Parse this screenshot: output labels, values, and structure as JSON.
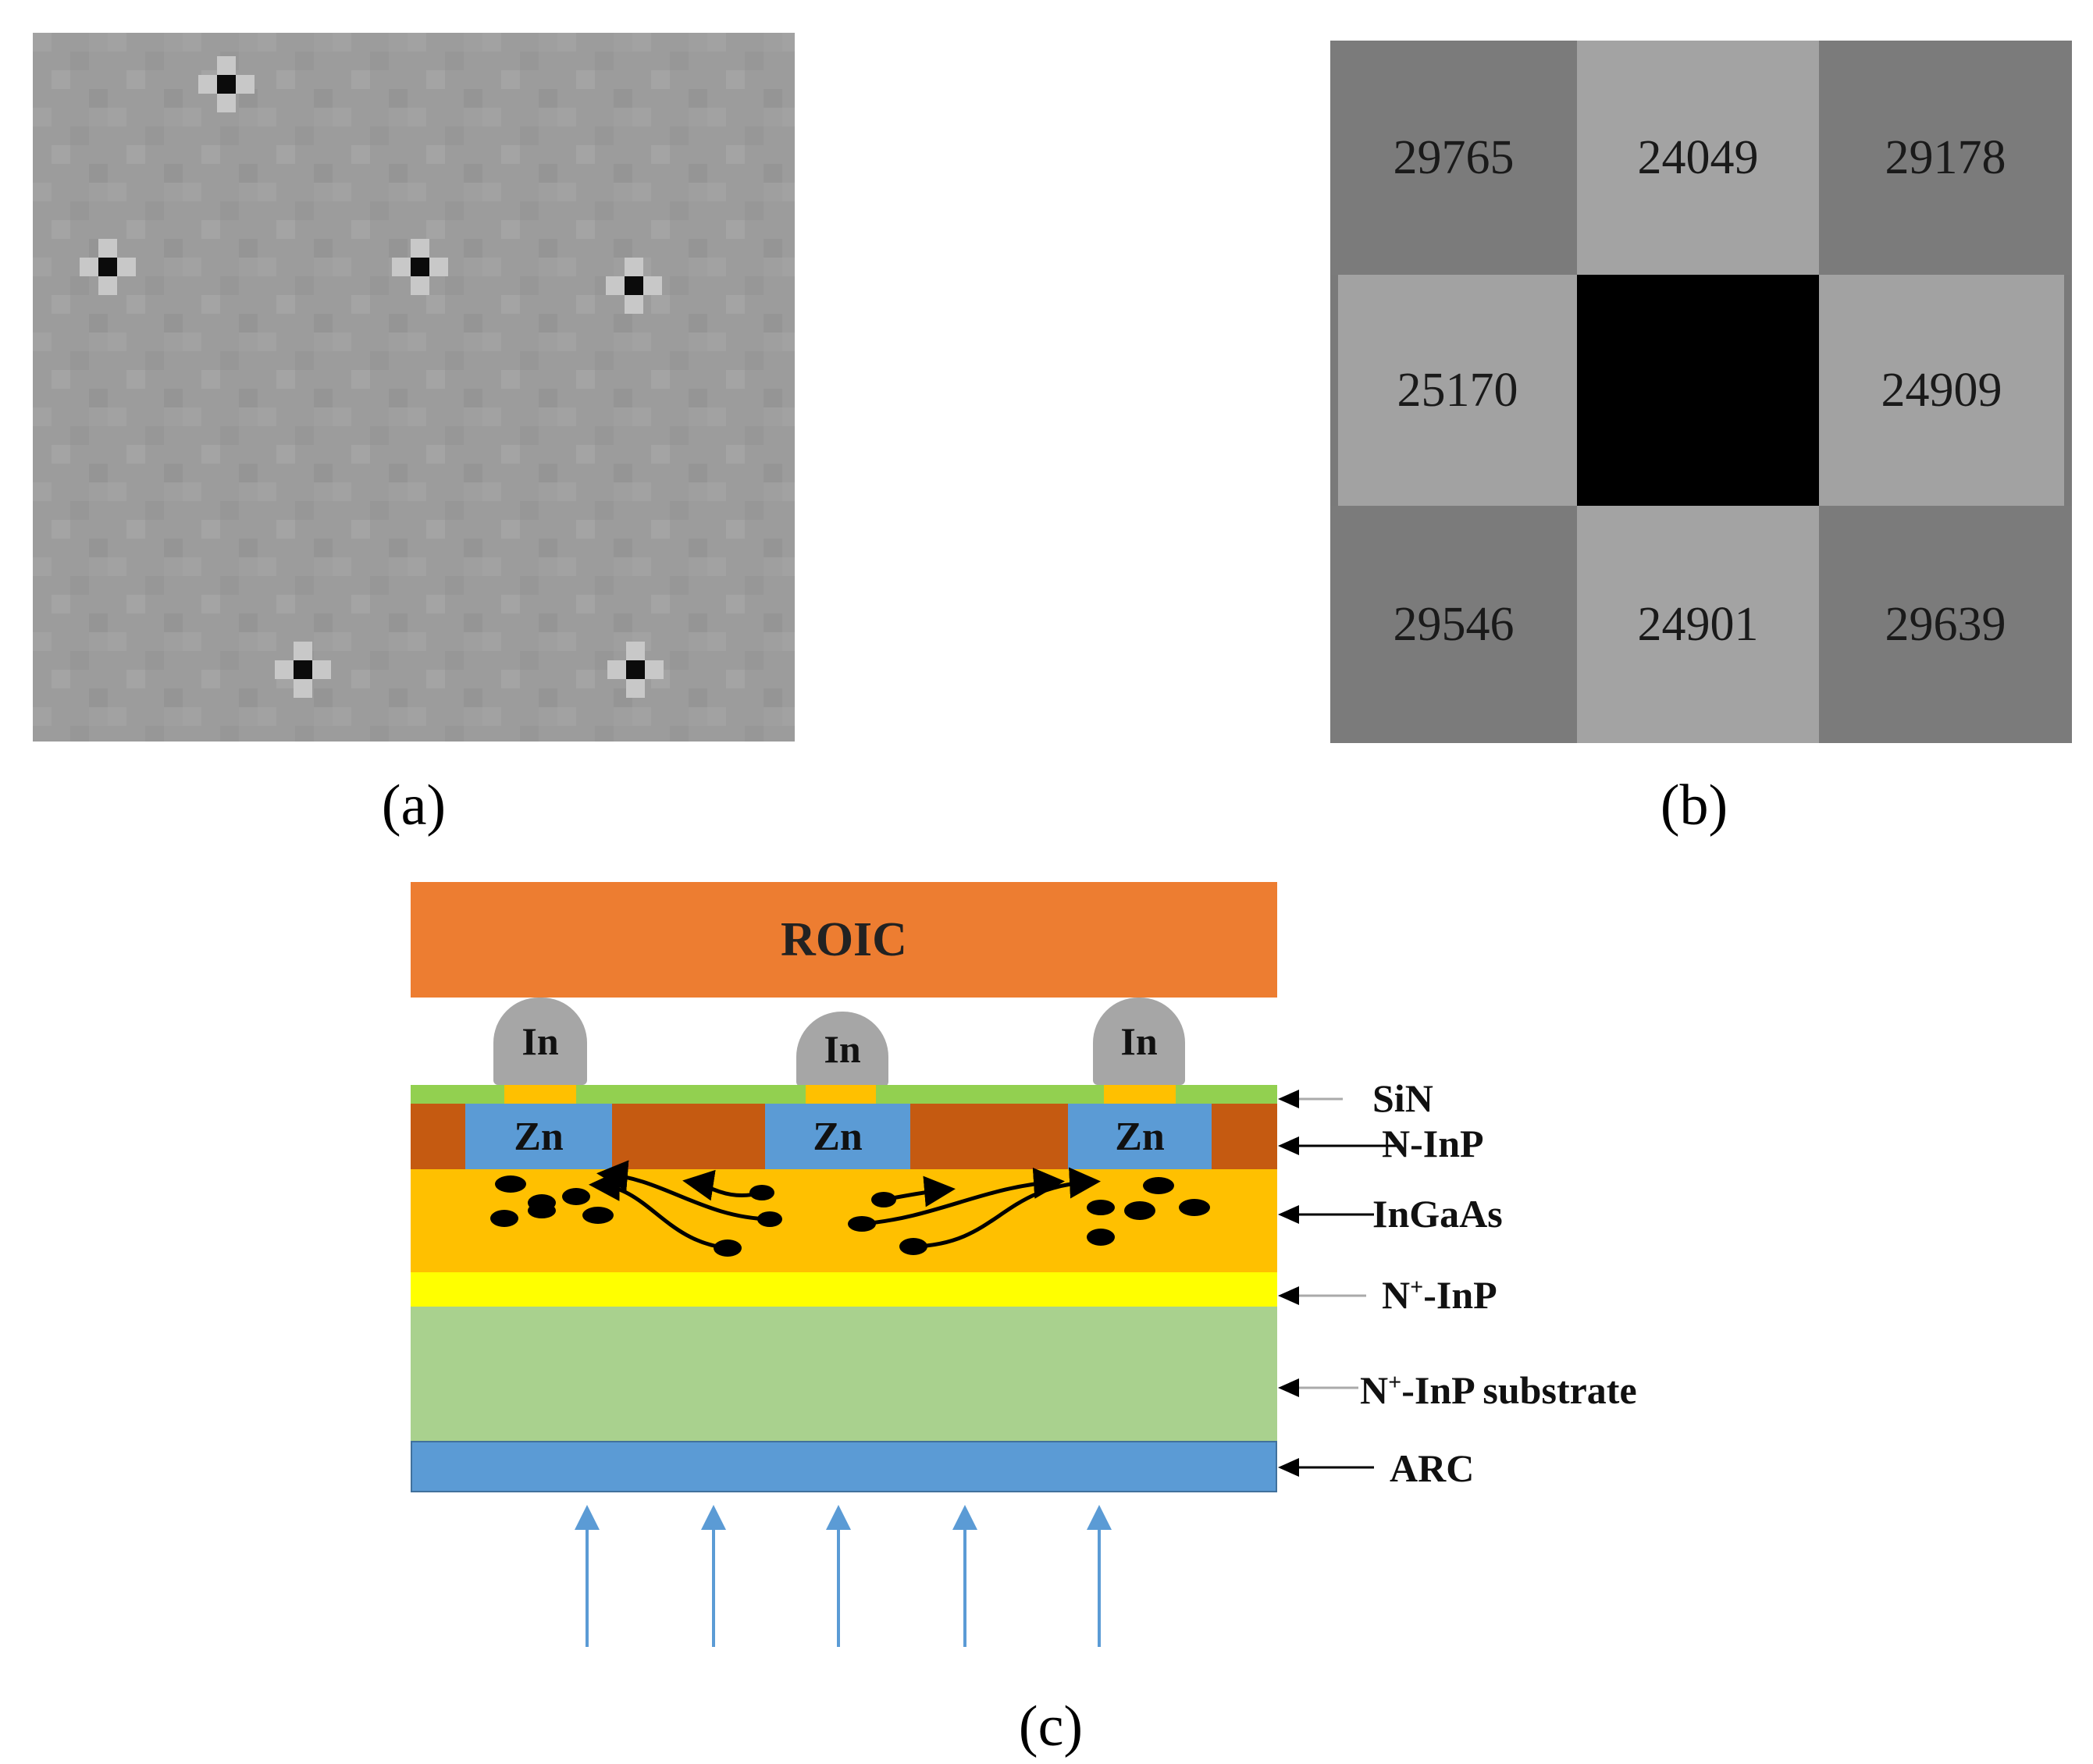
{
  "captions": {
    "a": "(a)",
    "b": "(b)",
    "c": "(c)"
  },
  "panel_b": {
    "grid": [
      [
        "29765",
        "24049",
        "29178"
      ],
      [
        "25170",
        "",
        "24909"
      ],
      [
        "29546",
        "24901",
        "29639"
      ]
    ]
  },
  "panel_c": {
    "roic": "ROIC",
    "bump": "In",
    "contact": "Zn",
    "layers": {
      "sin": "SiN",
      "ninp": "N-InP",
      "ingaas": "InGaAs",
      "nplus_inp_prefix": "N",
      "nplus_inp_sup": "+",
      "nplus_inp_suffix": "-InP",
      "substrate_prefix": "N",
      "substrate_sup": "+",
      "substrate_suffix": "-InP substrate",
      "arc": "ARC"
    },
    "colors": {
      "roic": "#ed7d31",
      "sin": "#92d050",
      "ninp": "#c55a11",
      "ingaas": "#ffc000",
      "nplus_inp": "#ffff00",
      "substrate": "#a9d18e",
      "arc": "#5b9bd5",
      "light_arrows": "#5b9bd5"
    }
  }
}
